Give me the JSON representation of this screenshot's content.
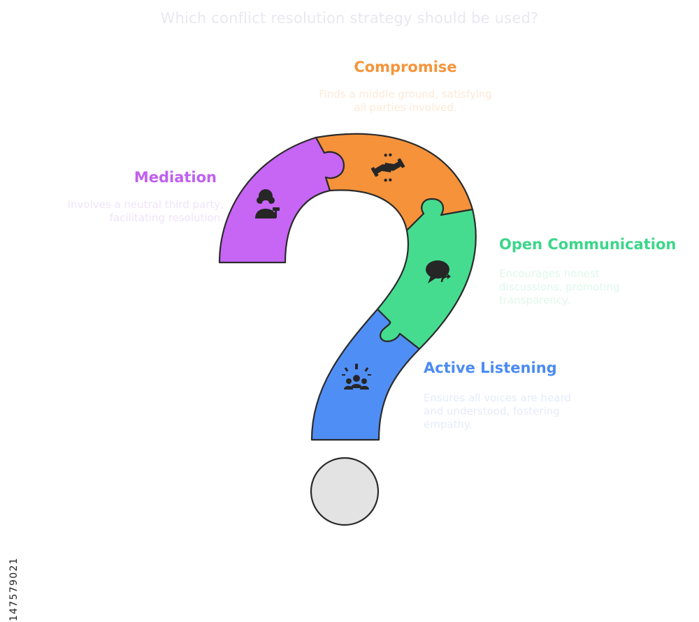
{
  "title": "Which conflict resolution strategy should be used?",
  "segments": {
    "compromise": {
      "label": "Compromise",
      "description_lines": [
        "Finds a middle ground, satisfying",
        "all parties involved."
      ],
      "color": "#f5923a",
      "text_color": "#f4953c",
      "desc_color": "#fde9d6",
      "icon": "handshake-icon"
    },
    "mediation": {
      "label": "Mediation",
      "description_lines": [
        "Involves a neutral third party,",
        "facilitating resolution."
      ],
      "color": "#c765f5",
      "text_color": "#c060ef",
      "desc_color": "#f1e3fa",
      "icon": "judge-gavel-icon"
    },
    "open_communication": {
      "label": "Open Communication",
      "description_lines": [
        "Encourages honest",
        "discussions, promoting",
        "transparency."
      ],
      "color": "#45dc8f",
      "text_color": "#3cd68a",
      "desc_color": "#dff8ec",
      "icon": "speech-bubble-icon"
    },
    "active_listening": {
      "label": "Active Listening",
      "description_lines": [
        "Ensures all voices are heard",
        "and understood, fostering",
        "empathy."
      ],
      "color": "#4f8ef5",
      "text_color": "#4b8bf3",
      "desc_color": "#e4ecfa",
      "icon": "group-listening-icon"
    }
  },
  "dot_color": "#e3e3e3",
  "watermark": "147579021"
}
